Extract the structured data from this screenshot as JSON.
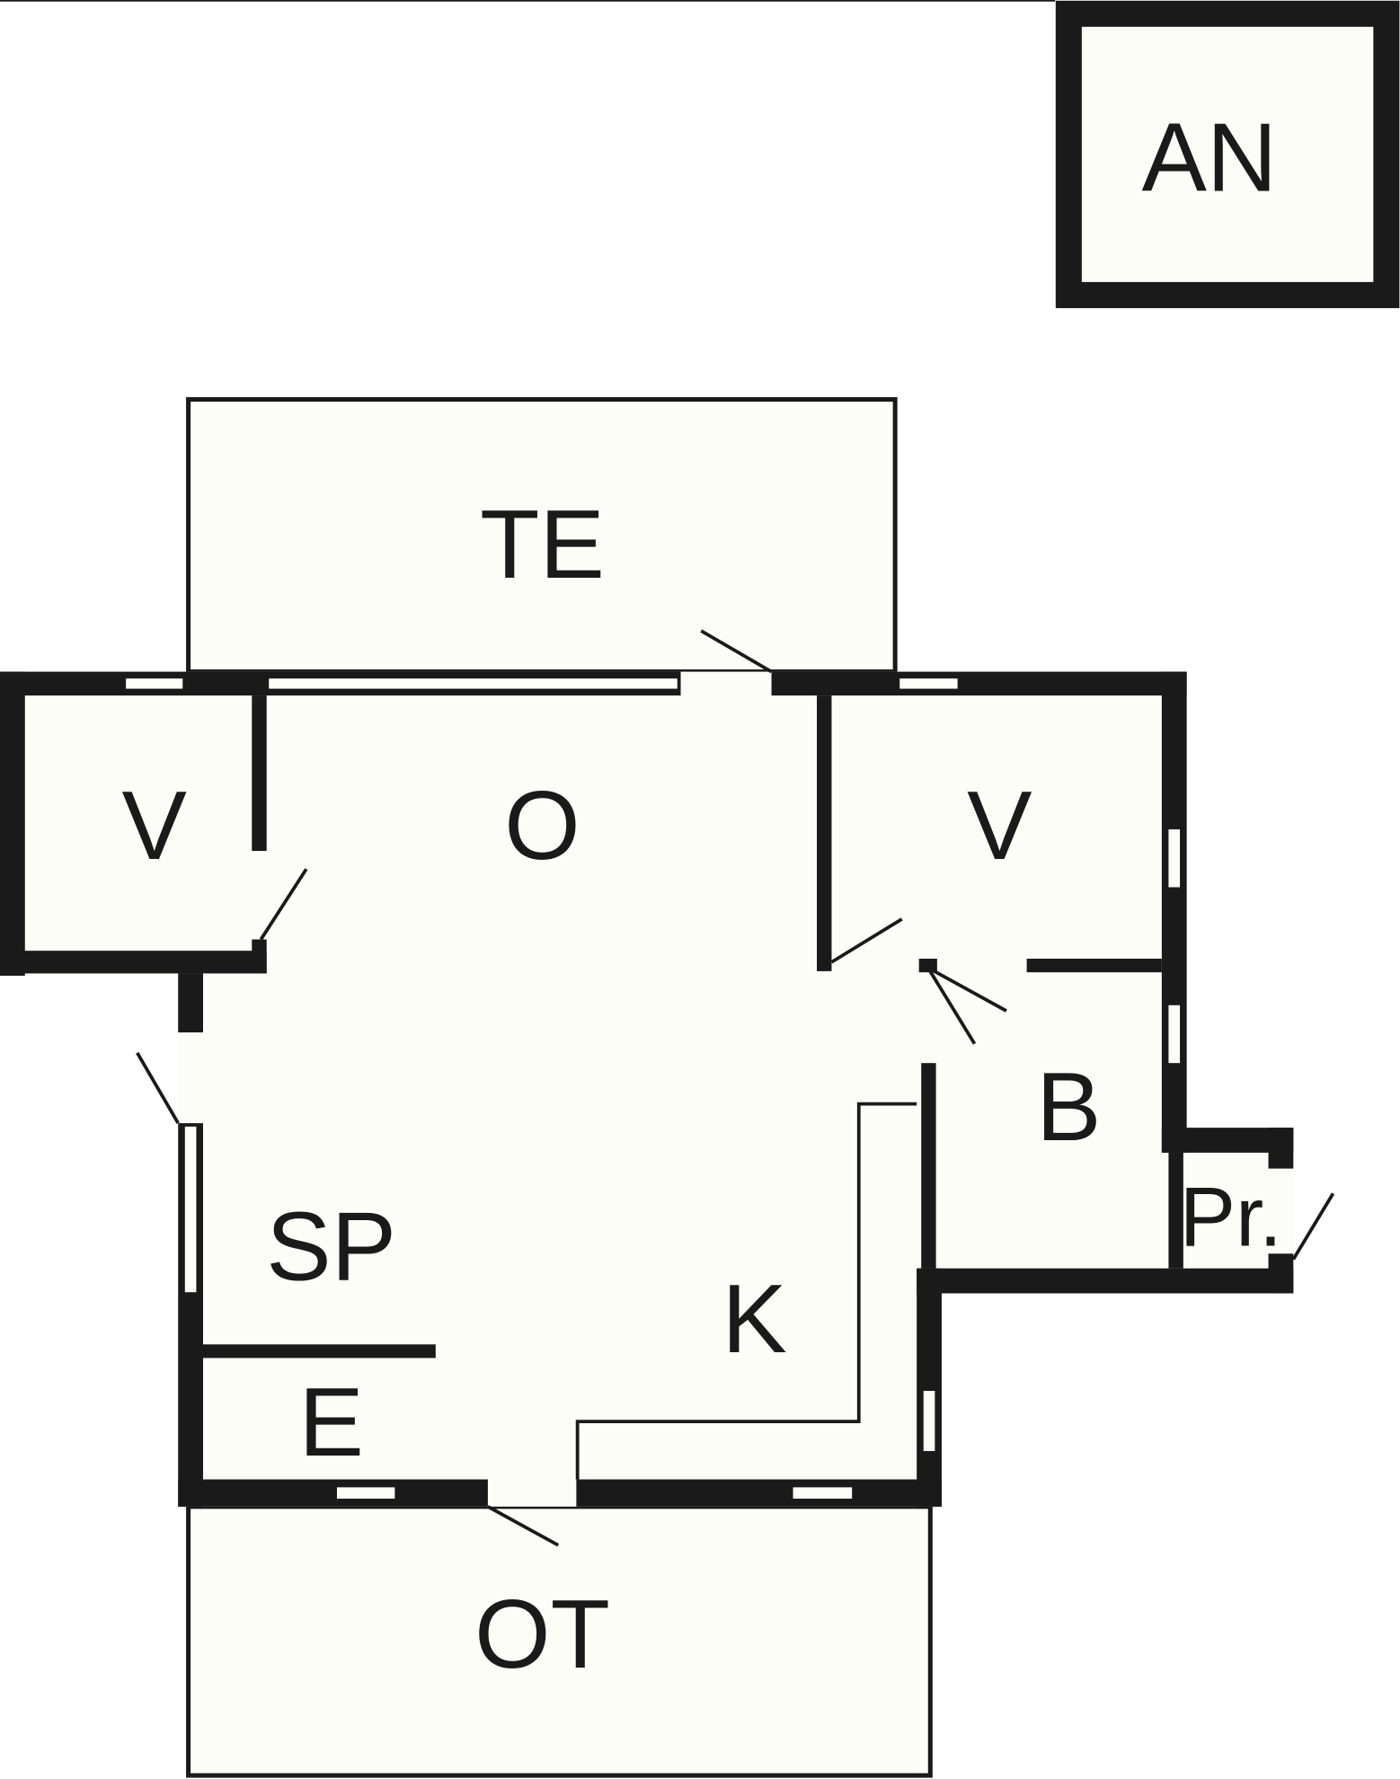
{
  "floor_plan": {
    "rooms": {
      "an": "AN",
      "te": "TE",
      "v_left": "V",
      "o": "O",
      "v_right": "V",
      "b": "B",
      "pr": "Pr.",
      "sp": "SP",
      "k": "K",
      "e": "E",
      "ot": "OT"
    },
    "colors": {
      "wall": "#1a1a1a",
      "floor": "#fdfdf8"
    }
  }
}
